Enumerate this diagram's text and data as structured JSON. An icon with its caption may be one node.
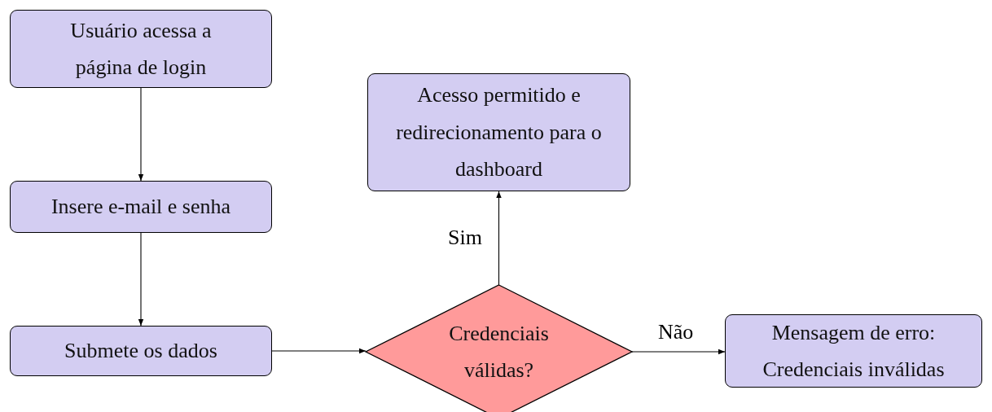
{
  "diagram": {
    "nodes": [
      {
        "text": [
          "Usuário acessa a página de login"
        ]
      },
      {
        "text": [
          "Insere e-mail e senha"
        ]
      },
      {
        "text": [
          "Submete os dados"
        ]
      },
      {
        "text": [
          "Credenciais válidas?"
        ]
      },
      {
        "text": [
          "Acesso permitido e redirecionamento para o dashboard"
        ]
      },
      {
        "text": [
          "Mensagem de erro: Credenciais inválidas"
        ]
      }
    ],
    "edges": [
      {
        "from": 0,
        "to": 1,
        "arrow": "to"
      },
      {
        "from": 1,
        "to": 2,
        "arrow": "to"
      },
      {
        "from": 2,
        "to": 3,
        "arrow": "to"
      },
      {
        "from": 3,
        "to": 4,
        "arrow": "to",
        "label": "Sim"
      },
      {
        "from": 3,
        "to": 5,
        "arrow": "to",
        "label": "Não"
      }
    ]
  }
}
